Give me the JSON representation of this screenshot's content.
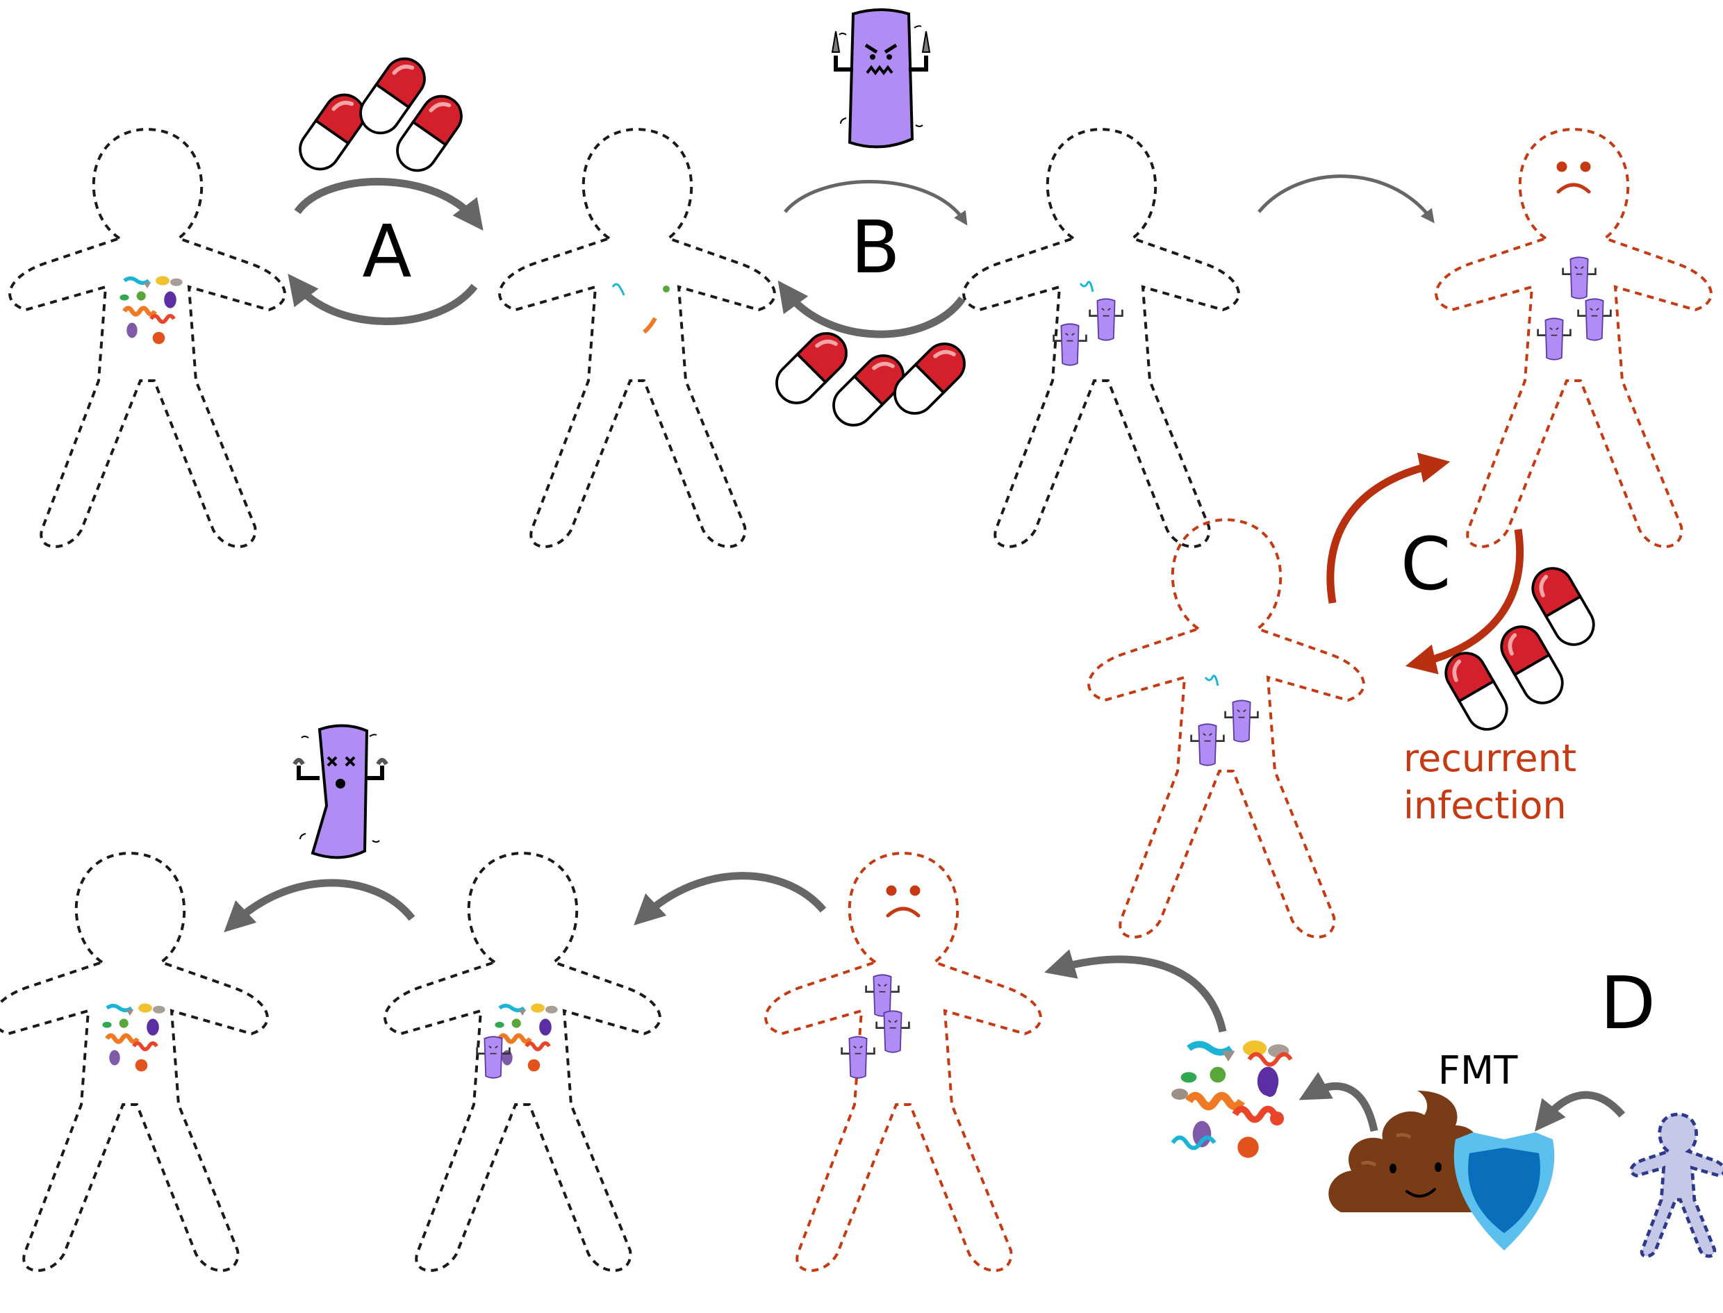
{
  "labels": {
    "step_a": "A",
    "step_b": "B",
    "step_c": "C",
    "step_d": "D",
    "recurrent_line1": "recurrent",
    "recurrent_line2": "infection",
    "fmt": "FMT"
  },
  "colors": {
    "outline_healthy": "#1a1a1a",
    "outline_sick": "#c53a12",
    "arrow_gray": "#666666",
    "arrow_red": "#b8300f",
    "pathogen": "#b18cf5",
    "pill_red": "#d4202a",
    "poop": "#7a3b17",
    "shield_outer": "#5bc0ee",
    "shield_inner": "#0a6fbb",
    "donor_fill": "#c5c8e6",
    "donor_outline": "#2d3a8c"
  },
  "icons": {
    "pill": "capsule-pill-icon",
    "pathogen_angry": "angry-pathogen-with-knives-icon",
    "pathogen_defeated": "defeated-pathogen-icon",
    "poop": "smiling-poop-icon",
    "shield": "shield-icon",
    "microbiota": "microbiota-cluster-icon",
    "donor": "donor-person-icon"
  }
}
